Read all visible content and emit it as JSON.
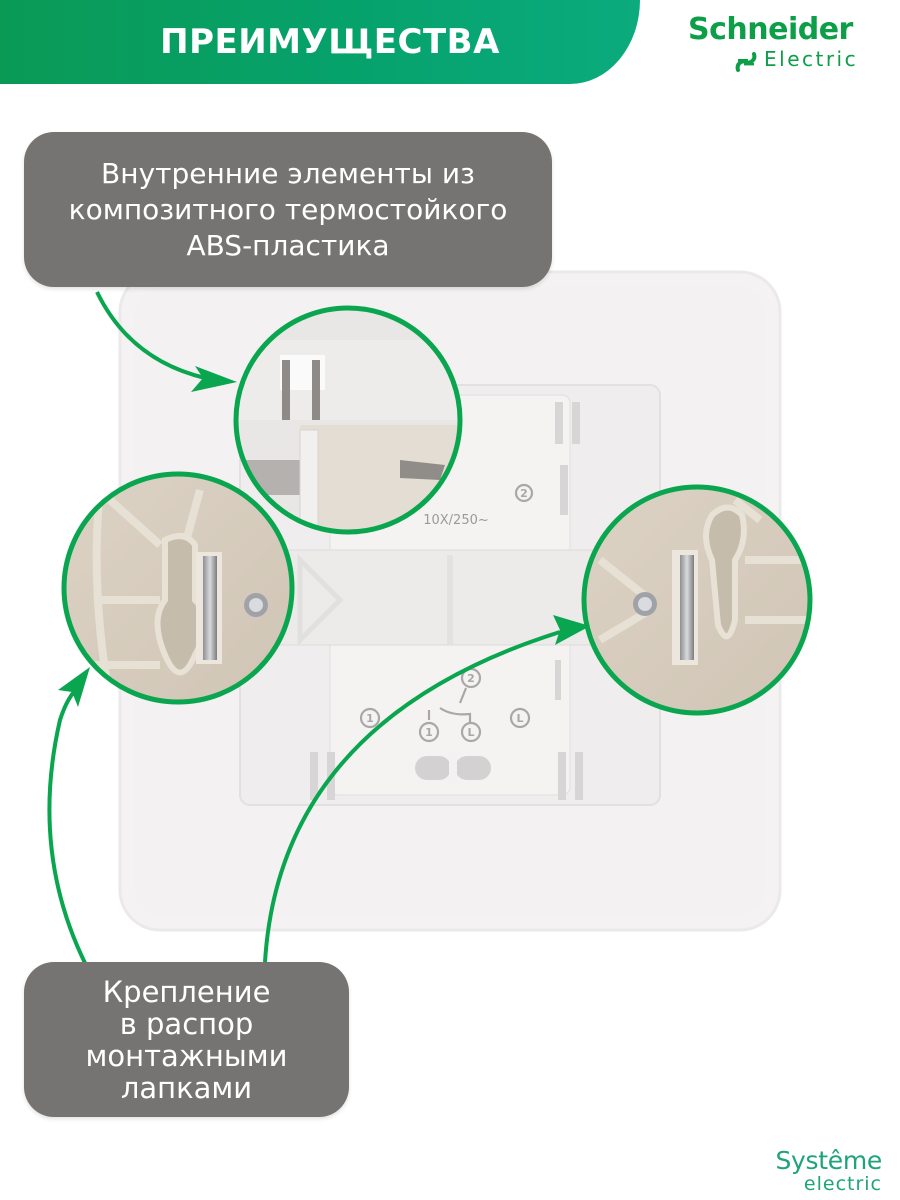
{
  "header": {
    "title": "ПРЕИМУЩЕСТВА",
    "banner_color_start": "#0a9a56",
    "banner_color_end": "#0bab7e"
  },
  "brand": {
    "name": "Schneider",
    "sub": "Electric",
    "logo_icon": "schneider-electric-logo-icon",
    "color": "#0c9f47"
  },
  "callouts": {
    "top": {
      "text": "Внутренние элементы из\nкомпозитного термостойкого\nABS-пластика"
    },
    "bottom": {
      "text": "Крепление\nв распор\nмонтажными\nлапками"
    },
    "background": "#767472"
  },
  "product": {
    "description": "Switch mechanism (rear view) on white frame",
    "rating_label": "10X/250~",
    "terminal_labels": [
      "2",
      "1",
      "L",
      "1",
      "L"
    ],
    "zoom_circles": [
      "inner-elements-closeup",
      "left-mounting-claw-closeup",
      "right-mounting-claw-closeup"
    ],
    "accent_color": "#0aa54f"
  },
  "footer": {
    "brand_line1": "Systême",
    "brand_line2": "electric",
    "color": "#1fa37a"
  }
}
